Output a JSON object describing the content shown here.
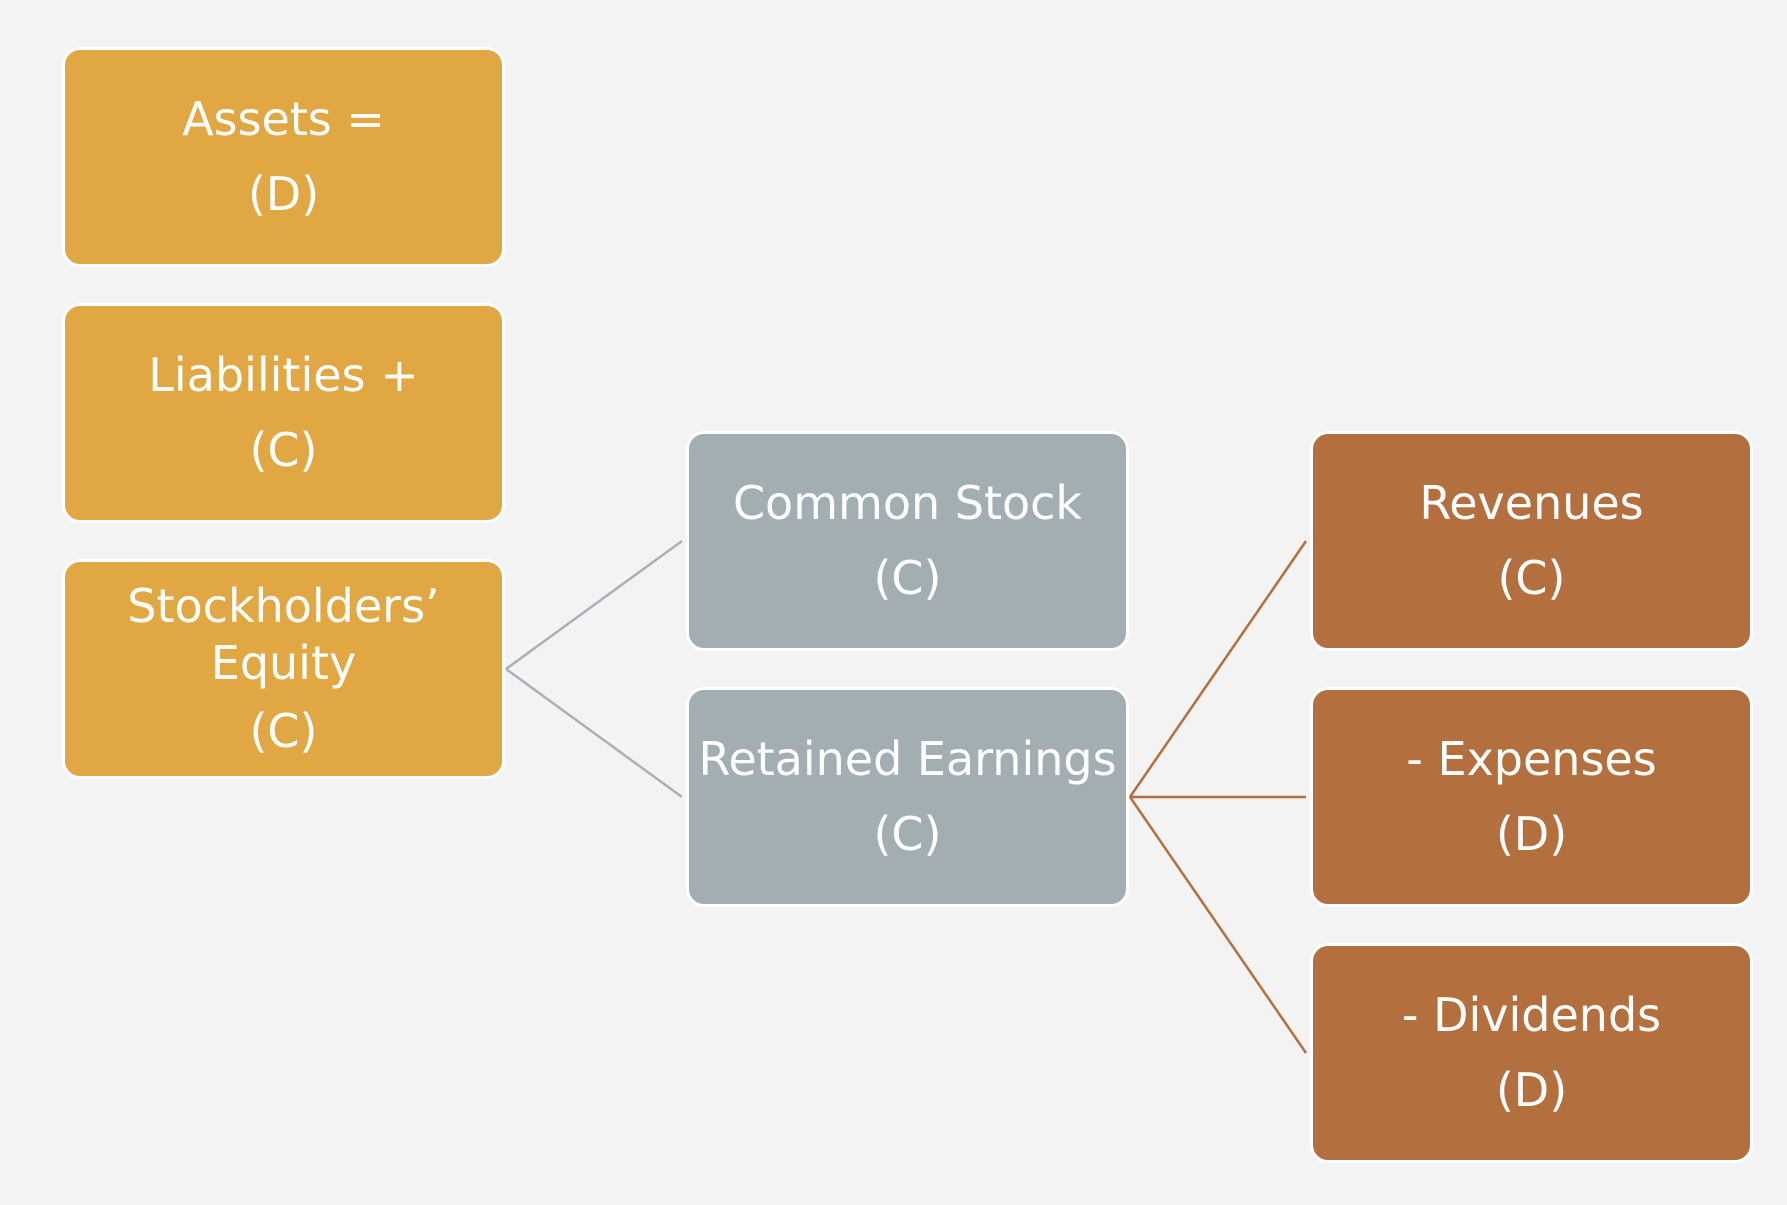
{
  "colors": {
    "background": "#f3f3f3",
    "gold": "#e1a743",
    "gray": "#a3aeb3",
    "copper": "#b46f3f",
    "connector_gray": "#a7b2b8",
    "connector_copper": "#b46f3f"
  },
  "nodes": {
    "assets": {
      "label": "Assets =",
      "code": "(D)"
    },
    "liabilities": {
      "label": "Liabilities +",
      "code": "(C)"
    },
    "equity": {
      "label": "Stockholders’ Equity",
      "code": "(C)"
    },
    "common_stock": {
      "label": "Common Stock",
      "code": "(C)"
    },
    "retained_earnings": {
      "label": "Retained Earnings",
      "code": "(C)"
    },
    "revenues": {
      "label": "Revenues",
      "code": "(C)"
    },
    "expenses": {
      "label": "- Expenses",
      "code": "(D)"
    },
    "dividends": {
      "label": "- Dividends",
      "code": "(D)"
    }
  },
  "edges": [
    {
      "from": "equity",
      "to": "common_stock"
    },
    {
      "from": "equity",
      "to": "retained_earnings"
    },
    {
      "from": "retained_earnings",
      "to": "revenues"
    },
    {
      "from": "retained_earnings",
      "to": "expenses"
    },
    {
      "from": "retained_earnings",
      "to": "dividends"
    }
  ]
}
